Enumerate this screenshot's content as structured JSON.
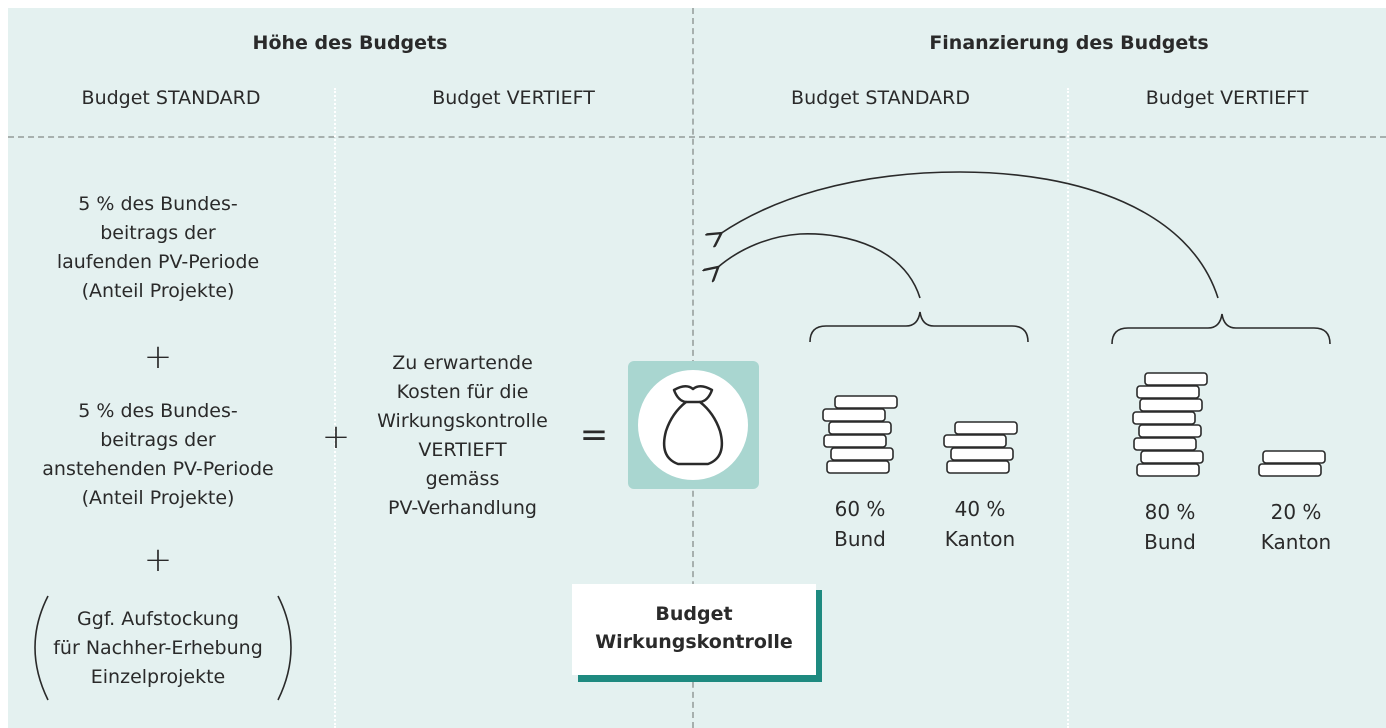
{
  "header": {
    "left_title": "Höhe des Budgets",
    "right_title": "Finanzierung des Budgets",
    "col1": "Budget STANDARD",
    "col2": "Budget VERTIEFT",
    "col3": "Budget STANDARD",
    "col4": "Budget VERTIEFT"
  },
  "standard": {
    "block1": [
      "5 % des Bundes-",
      "beitrags der",
      "laufenden PV-Periode",
      "(Anteil Projekte)"
    ],
    "plus1": "+",
    "block2": [
      "5 % des Bundes-",
      "beitrags der",
      "anstehenden PV-Periode",
      "(Anteil Projekte)"
    ],
    "plus2": "+",
    "block3": [
      "Ggf. Aufstockung",
      "für Nachher-Erhebung",
      "Einzelprojekte"
    ]
  },
  "vertieft": {
    "plus": "+",
    "lines": [
      "Zu erwartende",
      "Kosten für die",
      "Wirkungskontrolle",
      "VERTIEFT",
      "gemäss",
      "PV-Verhandlung"
    ]
  },
  "equals": "=",
  "result_box": [
    "Budget",
    "Wirkungskontrolle"
  ],
  "financing": {
    "standard": [
      {
        "pct": "60 %",
        "label": "Bund",
        "share": 60
      },
      {
        "pct": "40 %",
        "label": "Kanton",
        "share": 40
      }
    ],
    "vertieft": [
      {
        "pct": "80 %",
        "label": "Bund",
        "share": 80
      },
      {
        "pct": "20 %",
        "label": "Kanton",
        "share": 20
      }
    ]
  },
  "colors": {
    "background": "#e4f1f0",
    "accent": "#1e8a80",
    "icon_tile": "#a9d6d0"
  },
  "icons": [
    "money-bag-icon",
    "coin-stack-icon",
    "curly-brace-icon",
    "curved-arrow-icon"
  ]
}
